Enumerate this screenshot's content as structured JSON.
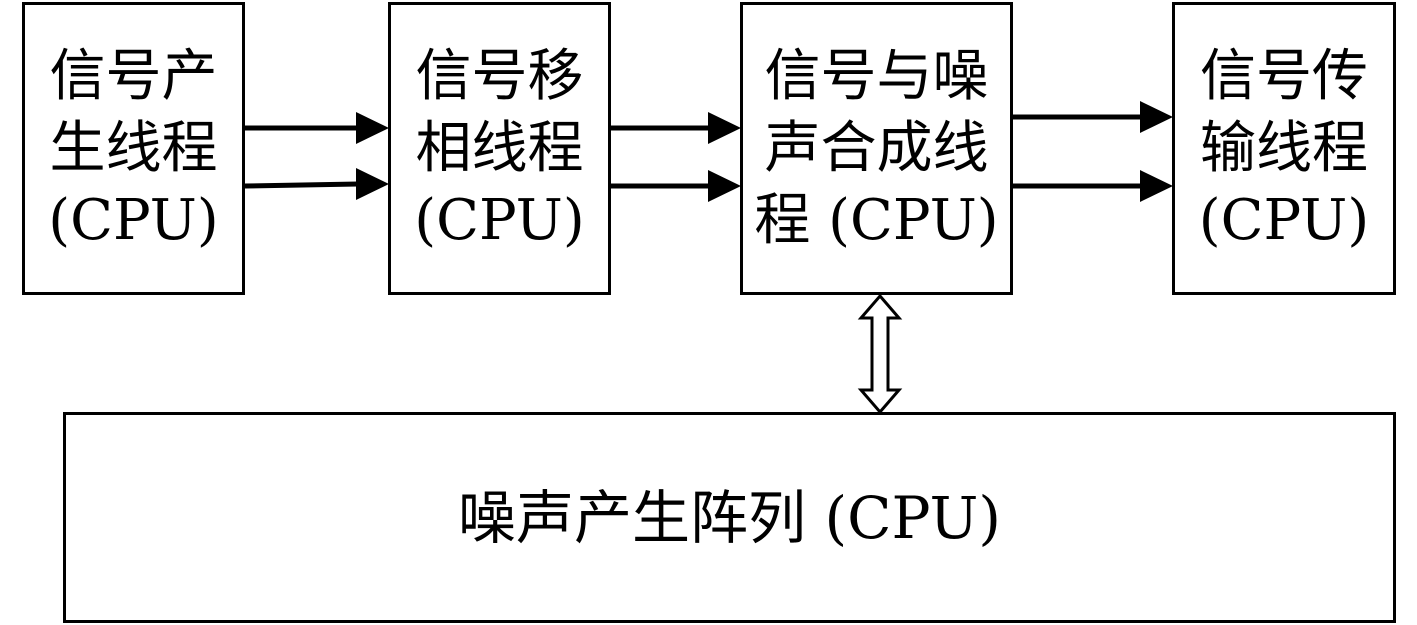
{
  "nodes": [
    {
      "id": "signal-generation-thread",
      "lines": [
        "信号产",
        "生线程",
        "(CPU)"
      ]
    },
    {
      "id": "signal-phase-shift-thread",
      "lines": [
        "信号移",
        "相线程",
        "(CPU)"
      ]
    },
    {
      "id": "signal-noise-synthesis-thread",
      "lines": [
        "信号与噪",
        "声合成线",
        "程 (CPU)"
      ]
    },
    {
      "id": "signal-transmission-thread",
      "lines": [
        "信号传",
        "输线程",
        "(CPU)"
      ]
    },
    {
      "id": "noise-generation-array",
      "lines": [
        "噪声产生阵列 (CPU)"
      ]
    }
  ],
  "edges": [
    {
      "from": "signal-generation-thread",
      "to": "signal-phase-shift-thread",
      "type": "arrow"
    },
    {
      "from": "signal-generation-thread",
      "to": "signal-phase-shift-thread",
      "type": "arrow"
    },
    {
      "from": "signal-phase-shift-thread",
      "to": "signal-noise-synthesis-thread",
      "type": "arrow"
    },
    {
      "from": "signal-phase-shift-thread",
      "to": "signal-noise-synthesis-thread",
      "type": "arrow"
    },
    {
      "from": "signal-noise-synthesis-thread",
      "to": "signal-transmission-thread",
      "type": "arrow"
    },
    {
      "from": "signal-noise-synthesis-thread",
      "to": "signal-transmission-thread",
      "type": "arrow"
    },
    {
      "from": "signal-noise-synthesis-thread",
      "to": "noise-generation-array",
      "type": "bidirectional-hollow-arrow"
    }
  ],
  "colors": {
    "stroke": "#000000",
    "background": "#ffffff"
  }
}
